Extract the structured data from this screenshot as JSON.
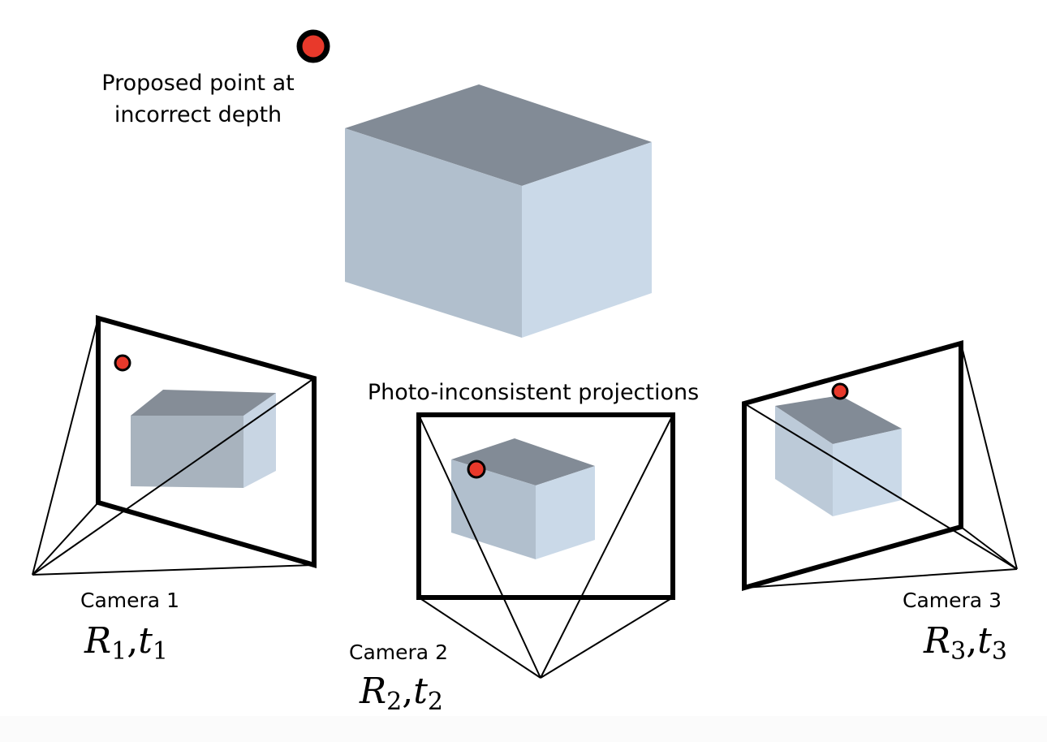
{
  "colors": {
    "background": "#ffffff",
    "point_fill": "#e8392b",
    "point_stroke": "#000000",
    "cube_top": "#828b96",
    "cube_left": "#b1bfcd",
    "cube_right": "#cad9e8",
    "cube_left_small": "#a8b3be",
    "frame": "#000000"
  },
  "annotation": {
    "line1": "Proposed point at",
    "line2": "incorrect depth"
  },
  "projections_caption": "Photo-inconsistent projections",
  "cameras": [
    {
      "name": "Camera 1",
      "R": "R",
      "t": "t",
      "index": "1"
    },
    {
      "name": "Camera 2",
      "R": "R",
      "t": "t",
      "index": "2"
    },
    {
      "name": "Camera 3",
      "R": "R",
      "t": "t",
      "index": "3"
    }
  ],
  "separator": ","
}
